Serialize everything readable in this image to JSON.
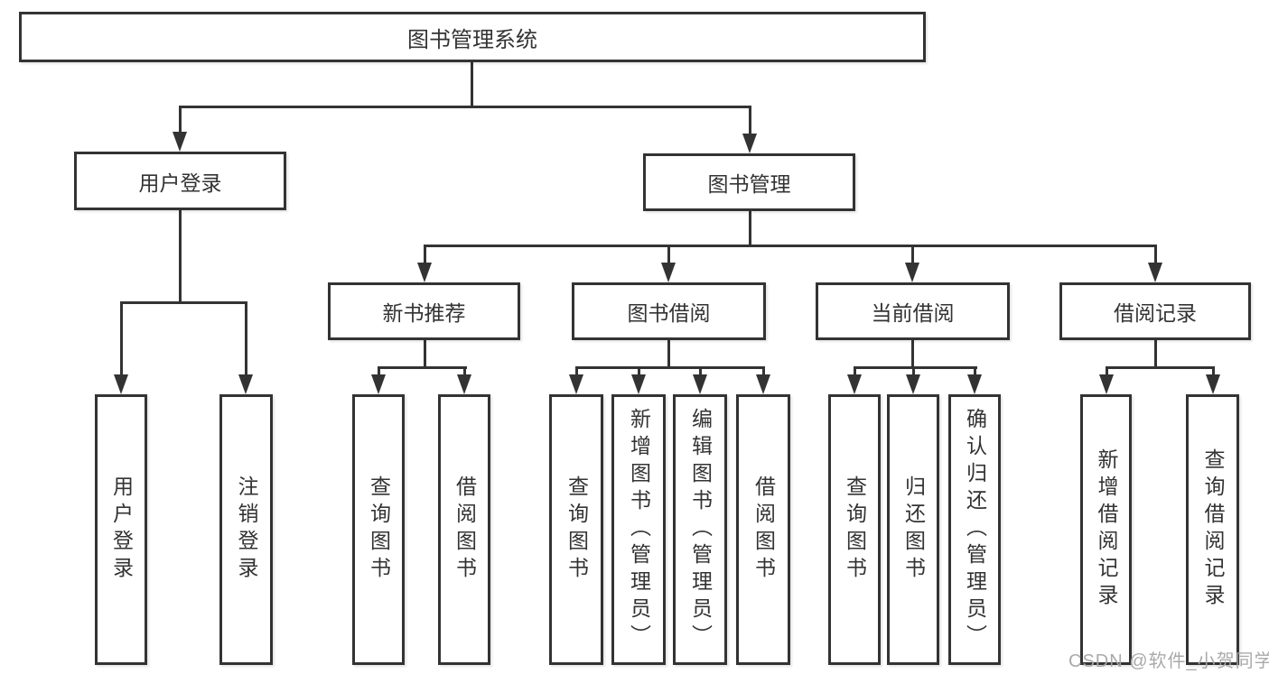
{
  "diagram": {
    "title": "图书管理系统",
    "level2": {
      "user_login": "用户登录",
      "book_mgmt": "图书管理"
    },
    "level3": {
      "new_book": "新书推荐",
      "borrow": "图书借阅",
      "current": "当前借阅",
      "records": "借阅记录"
    },
    "leaves": {
      "user_login_1": "用户登录",
      "user_login_2": "注销登录",
      "new_book_1": "查询图书",
      "new_book_2": "借阅图书",
      "borrow_1": "查询图书",
      "borrow_2": "新增图书（管理员）",
      "borrow_3": "编辑图书（管理员）",
      "borrow_4": "借阅图书",
      "current_1": "查询图书",
      "current_2": "归还图书",
      "current_3": "确认归还（管理员）",
      "records_1": "新增借阅记录",
      "records_2": "查询借阅记录"
    }
  },
  "watermark": "CSDN @软件_小贺同学",
  "colors": {
    "line": "#333333",
    "text": "#333333",
    "watermark": "#a5a5a5",
    "background": "#ffffff"
  }
}
